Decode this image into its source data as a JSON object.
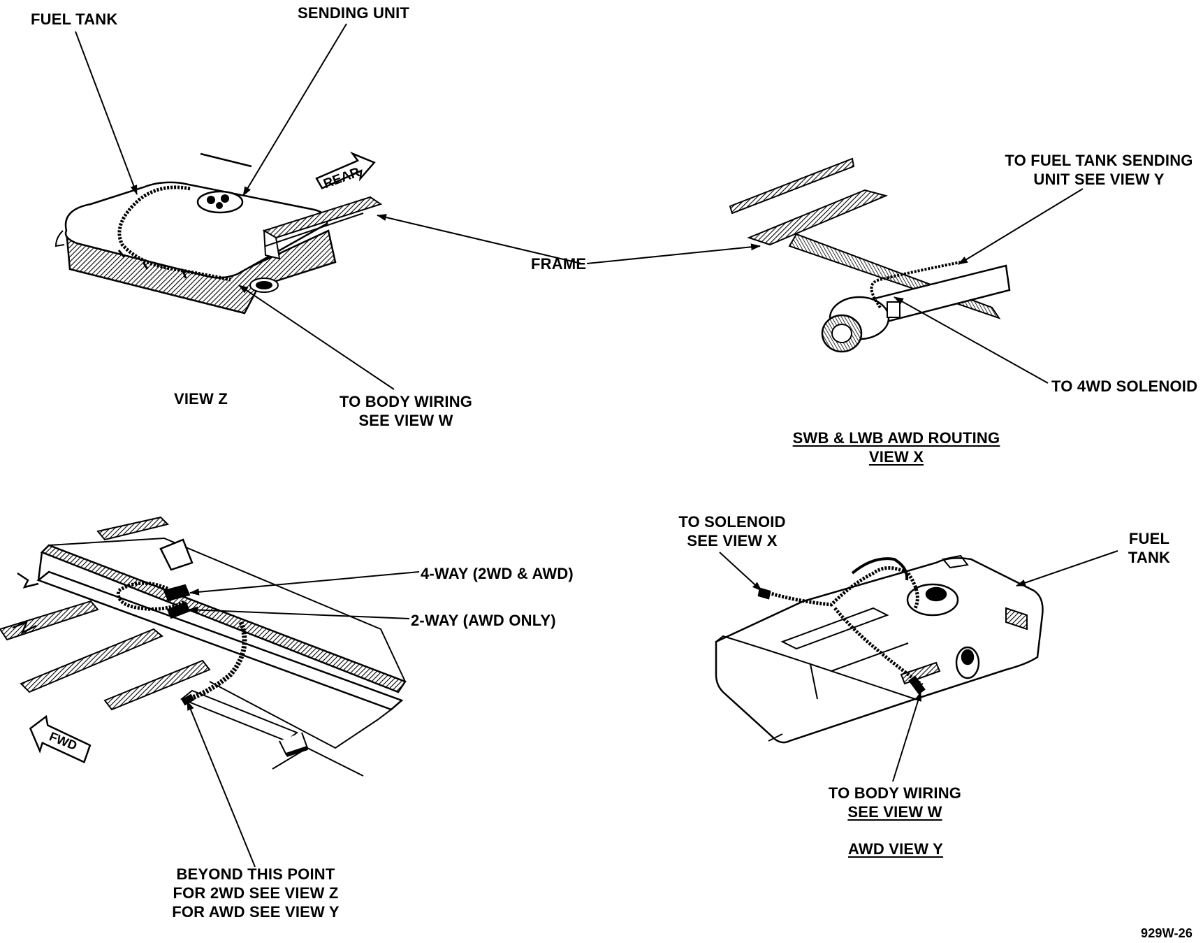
{
  "labels": {
    "fuel_tank_top": "FUEL TANK",
    "sending_unit": "SENDING UNIT",
    "rear_arrow": "REAR",
    "frame": "FRAME",
    "view_z": "VIEW Z",
    "to_body_wiring_z_1": "TO BODY WIRING",
    "to_body_wiring_z_2": "SEE VIEW W",
    "to_fuel_tank_sending_1": "TO FUEL TANK SENDING",
    "to_fuel_tank_sending_2": "UNIT SEE VIEW Y",
    "to_4wd_solenoid": "TO 4WD SOLENOID",
    "view_x_title_1": "SWB & LWB AWD ROUTING",
    "view_x_title_2": "VIEW X",
    "four_way": "4-WAY (2WD & AWD)",
    "two_way": "2-WAY (AWD ONLY)",
    "fwd_arrow": "FWD",
    "beyond_1": "BEYOND THIS POINT",
    "beyond_2": "FOR 2WD SEE VIEW Z",
    "beyond_3": "FOR AWD SEE VIEW Y",
    "to_solenoid_1": "TO SOLENOID",
    "to_solenoid_2": "SEE VIEW X",
    "fuel_tank_right_1": "FUEL",
    "fuel_tank_right_2": "TANK",
    "to_body_wiring_y_1": "TO BODY WIRING",
    "to_body_wiring_y_2": "SEE VIEW W",
    "view_y_title": "AWD VIEW Y",
    "figure_code": "929W-26"
  }
}
